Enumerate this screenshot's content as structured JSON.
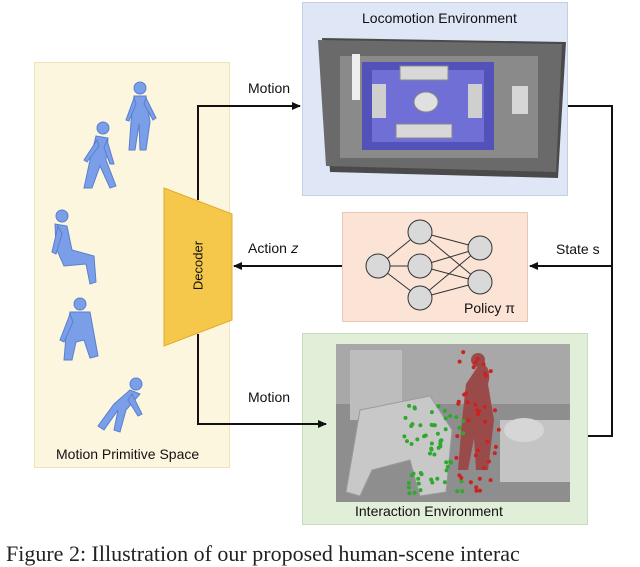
{
  "loco_env": {
    "title": "Locomotion Environment"
  },
  "interact_env": {
    "title": "Interaction Environment"
  },
  "primitive_space": {
    "title": "Motion Primitive Space"
  },
  "decoder": {
    "label": "Decoder"
  },
  "policy": {
    "label": "Policy π"
  },
  "arrows": {
    "motion_top": "Motion",
    "motion_bottom": "Motion",
    "action": "Action 𝑧",
    "state": "State s"
  },
  "caption": {
    "text": "Figure 2: Illustration of our proposed human-scene interac"
  },
  "colors": {
    "primitive_bg": "#fdf6df",
    "loco_bg": "#dfe6f5",
    "policy_bg": "#fbe3d6",
    "interact_bg": "#e1efd9",
    "decoder_fill": "#f5c84c",
    "node_fill": "#d9d9d9",
    "human_blue": "#7b9ee8",
    "marker_green": "#2fa82f",
    "marker_red": "#cc2222"
  }
}
